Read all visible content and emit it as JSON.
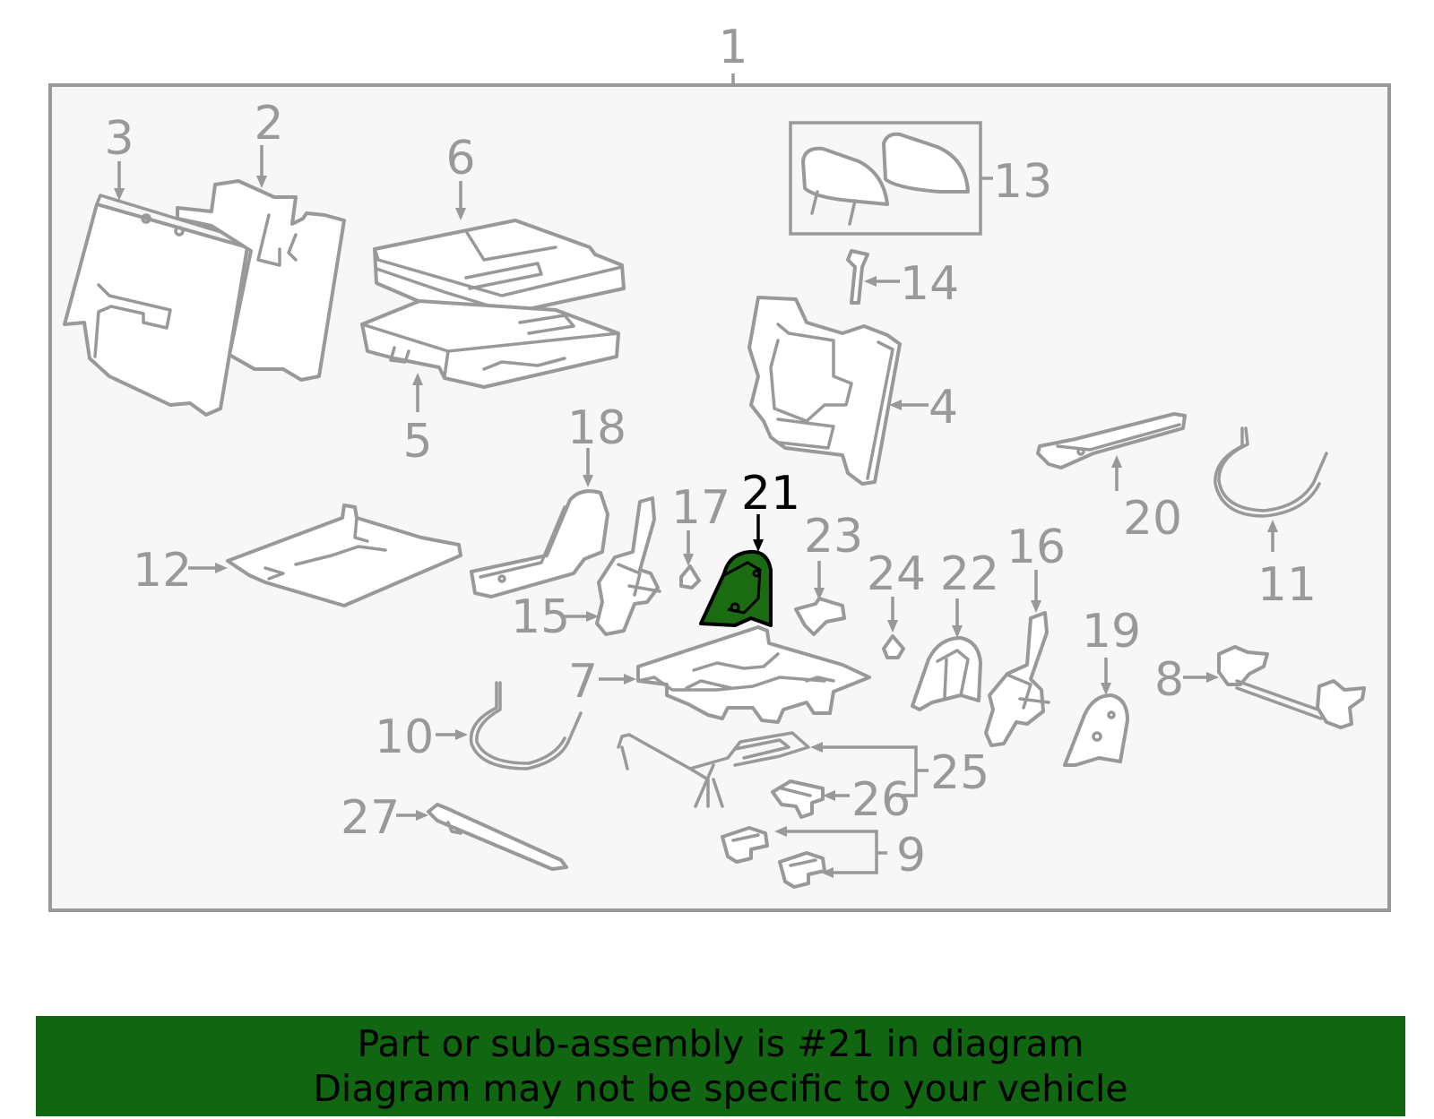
{
  "callouts": {
    "c1": "1",
    "c2": "2",
    "c3": "3",
    "c4": "4",
    "c5": "5",
    "c6": "6",
    "c7": "7",
    "c8": "8",
    "c9": "9",
    "c10": "10",
    "c11": "11",
    "c12": "12",
    "c13": "13",
    "c14": "14",
    "c15": "15",
    "c16": "16",
    "c17": "17",
    "c18": "18",
    "c19": "19",
    "c20": "20",
    "c21": "21",
    "c22": "22",
    "c23": "23",
    "c24": "24",
    "c25": "25",
    "c26": "26",
    "c27": "27"
  },
  "highlighted_part": "21",
  "colors": {
    "line_gray": "#999999",
    "frame_fill": "#f7f7f7",
    "highlight_fill": "#1a6b12",
    "banner_fill": "#116611",
    "banner_text": "#000000"
  },
  "banner": {
    "line1": "Part or sub-assembly is #21 in diagram",
    "line2": "Diagram may not be specific to your vehicle"
  }
}
